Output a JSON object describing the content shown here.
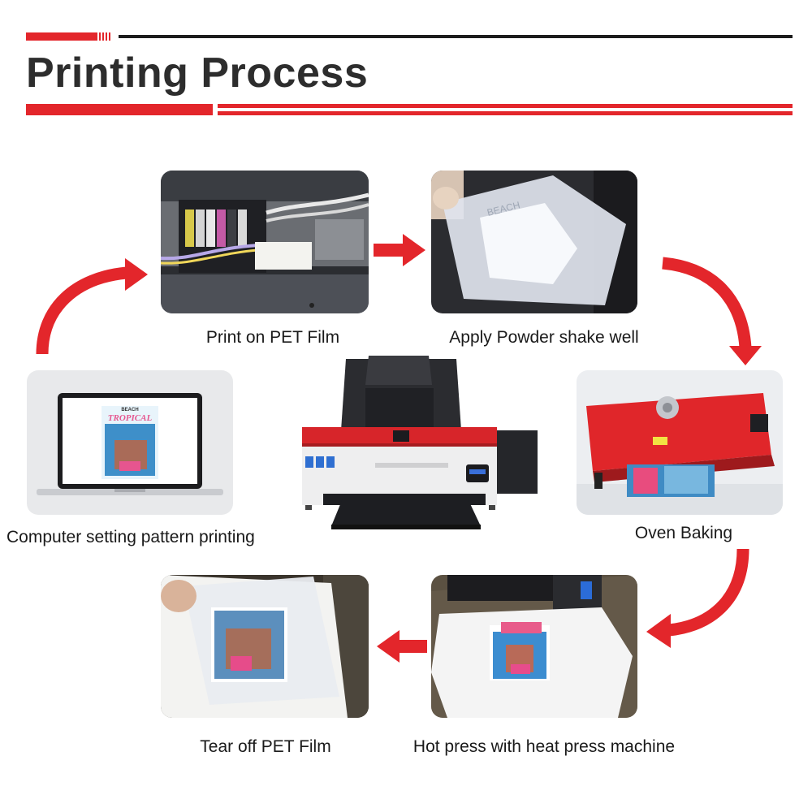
{
  "header": {
    "title": "Printing Process"
  },
  "steps": [
    {
      "label": "Print on PET Film"
    },
    {
      "label": "Apply Powder shake well"
    },
    {
      "label": "Oven Baking"
    },
    {
      "label": "Hot press with heat press machine"
    },
    {
      "label": "Tear off PET Film"
    },
    {
      "label": "Computer setting pattern printing"
    }
  ],
  "artwork": {
    "headline": "BEACH",
    "script": "TROPICAL"
  },
  "colors": {
    "accent": "#e3262b",
    "dark_rule": "#1c1c1c",
    "title": "#2d2d2d"
  }
}
